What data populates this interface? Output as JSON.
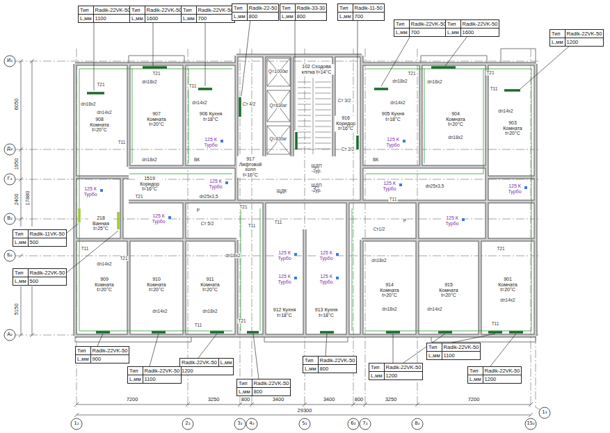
{
  "diagram": {
    "nodes": [
      {
        "text": [
          "Тип",
          "Radik-22VK-50",
          "L,мм",
          "1100"
        ]
      },
      {
        "text": [
          "Тип",
          "Radik-22VK-50",
          "L,мм",
          "1600"
        ]
      },
      {
        "text": [
          "Тип",
          "Radik-22VK-50",
          "L,мм",
          "700"
        ]
      },
      {
        "text": [
          "Тип",
          "Radik-22-50",
          "L,мм",
          "800"
        ]
      },
      {
        "text": [
          "Тип",
          "Radik-33-30",
          "L,мм",
          "800"
        ]
      },
      {
        "text": [
          "Тип",
          "Radik-11-50",
          "L,мм",
          "700"
        ]
      },
      {
        "text": [
          "Тип",
          "Radik-22VK-50",
          "L,мм",
          "700"
        ]
      },
      {
        "text": [
          "Тип",
          "Radik-22VK-50",
          "L,мм",
          "1600"
        ]
      },
      {
        "text": [
          "Тип",
          "Radik-22VK-50",
          "L,мм",
          "1200"
        ]
      },
      {
        "text": [
          "Тип",
          "Radik-11VK-50",
          "L,мм",
          "500"
        ]
      },
      {
        "text": [
          "Тип",
          "Radik-22VK-50",
          "L,мм",
          "500"
        ]
      },
      {
        "text": [
          "Тип",
          "Radik-22VK-50",
          "L,мм",
          "900"
        ]
      },
      {
        "text": [
          "Radik-22VK-50",
          "L,мм",
          "1200"
        ]
      },
      {
        "text": [
          "Тип",
          "Radik-22VK-50",
          "L,мм",
          "1100"
        ]
      },
      {
        "text": [
          "Тип",
          "Radik-22VK-50",
          "L,мм",
          "800"
        ]
      },
      {
        "text": [
          "Тип",
          "Radik-22VK-50",
          "L,мм",
          "800"
        ]
      },
      {
        "text": [
          "Тип",
          "Radik-22VK-50",
          "L,мм",
          "1200"
        ]
      },
      {
        "text": [
          "Тип",
          "Radik-22VK-50",
          "L,мм",
          "1100"
        ]
      },
      {
        "text": [
          "Тип",
          "Radik-22VK-50",
          "L,мм",
          "1200"
        ]
      }
    ],
    "labels": [
      "И₂",
      "Д₂",
      "Г₂",
      "В₂",
      "Б₂",
      "А₂",
      "1₂",
      "2₂",
      "3₂",
      "4₂",
      "5₂",
      "6₂",
      "7₂",
      "8₂",
      "15₂",
      "1₃",
      "6050",
      "1950",
      "2400",
      "17880",
      "5150",
      "7200",
      "3250",
      "800",
      "3400",
      "3400",
      "800",
      "3250",
      "7200",
      "29300",
      "908 Комната t=20°C",
      "907 Комната t=20°C",
      "906 Кухня t=18°C",
      "917 Лифтовой холл t=16°C",
      "102 Сходова клітка t=14°C",
      "916 Коридор t=16°C",
      "905 Кухня t=18°C",
      "904 Комната t=20°C",
      "903 Комната t=20°C",
      "1519 Коридор t=16°C",
      "218 Ванная t=25°C",
      "909 Комната t=20°C",
      "910 Комната t=20°C",
      "911 Комната t=20°C",
      "912 Кухня t=18°C",
      "913 Кухня t=18°C",
      "914 Комната t=20°C",
      "915 Комната t=20°C",
      "901 Комната t=20°C",
      "125 К Турбо",
      "125 К Турбо",
      "125 К Турбо",
      "125 К Турбо",
      "125 К Турбо",
      "125 К Турбо",
      "125 К Турбо",
      "125 К Турбо",
      "125 К Турбо",
      "125 К Турбо",
      "125 К Турбо",
      "125 К Турбо",
      "Q=1000кг",
      "Q=630кг",
      "Q=630кг",
      "ЩДП -1ур.",
      "ЩДП -2ур.",
      "ЩДК",
      "Ст 4/2",
      "Ст 3/2",
      "Ст 2/2",
      "Ст 5/2",
      "Ст1/2",
      "P",
      "P",
      "dn25x3,5",
      "dn25x3,5",
      "ВК",
      "ВК",
      "T21",
      "dn18x2",
      "dn14x2",
      "T11",
      "T21",
      "dn18x2",
      "dn18x2",
      "T11",
      "dn14x2",
      "T21",
      "T21",
      "T11",
      "T11",
      "T21",
      "dn14x2",
      "dn18x2",
      "dn14x2",
      "dn18x2",
      "T11",
      "T21",
      "T21",
      "dn18x2",
      "dn18x2",
      "T21",
      "dn14x2",
      "dn18x2",
      "T11",
      "dn14x2",
      "T11",
      "dn18x2",
      "dn18x2",
      "dn14x2",
      "dn14x2",
      "T11",
      "T21",
      "T11"
    ]
  }
}
